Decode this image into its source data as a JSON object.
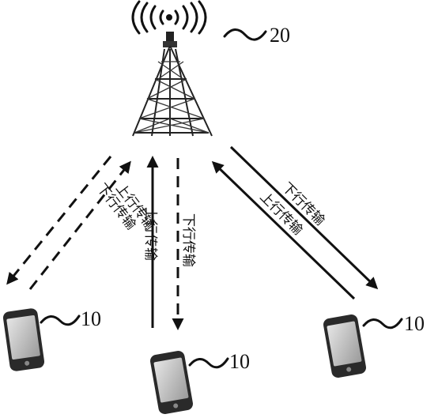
{
  "labels": {
    "tower_ref": "20",
    "phone_left_ref": "10",
    "phone_center_ref": "10",
    "phone_right_ref": "10",
    "downlink": "下行传输",
    "uplink": "上行传输"
  },
  "icons": {
    "tower": "cell-tower-icon",
    "phone": "mobile-phone-icon",
    "signal": "radio-waves-icon",
    "leader": "tilde-leader-line"
  }
}
